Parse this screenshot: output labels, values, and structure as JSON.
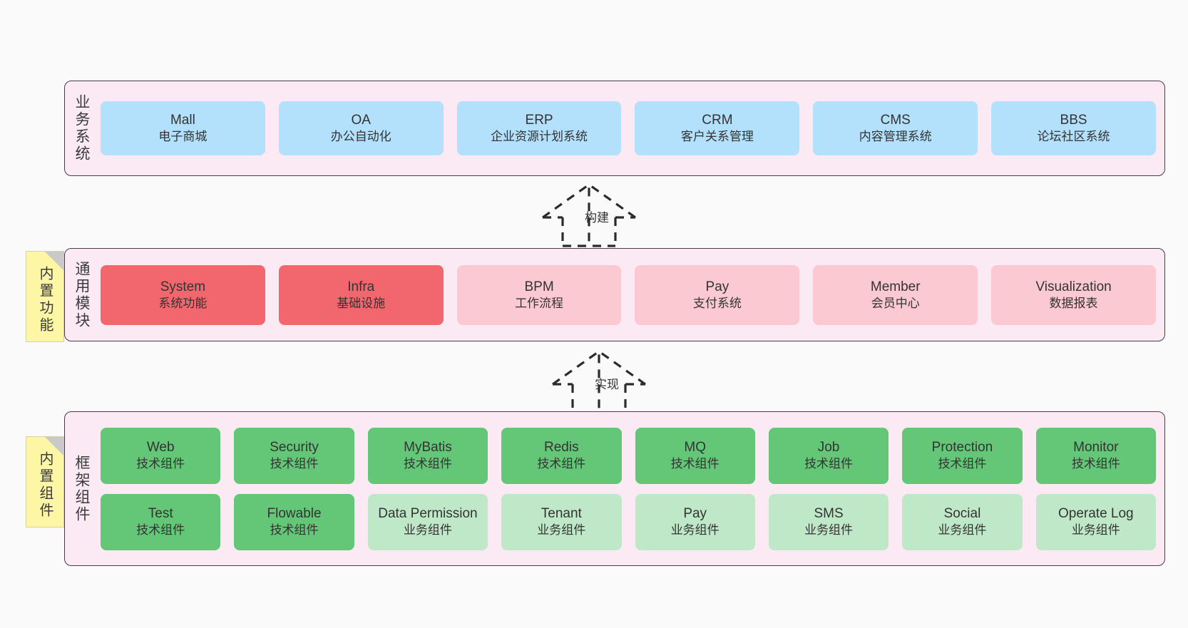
{
  "diagram": {
    "title": "ruoyi-vue-pro architecture layers",
    "colors": {
      "canvas_bg": "#fafafa",
      "layer_bg": "#fbeaf4",
      "layer_border": "#4a3b46",
      "blue": "#b3e0fb",
      "red": "#f2676d",
      "pink": "#fbc9d2",
      "green": "#63c777",
      "light_green": "#bfe8c8",
      "note_yellow": "#fcf6a5",
      "note_fold": "#c9c9c9"
    }
  },
  "layers": [
    {
      "id": "business",
      "title": "业务系统",
      "rows": [
        [
          {
            "name": "Mall",
            "sub": "电子商城",
            "color": "c-blue"
          },
          {
            "name": "OA",
            "sub": "办公自动化",
            "color": "c-blue"
          },
          {
            "name": "ERP",
            "sub": "企业资源计划系统",
            "color": "c-blue"
          },
          {
            "name": "CRM",
            "sub": "客户关系管理",
            "color": "c-blue"
          },
          {
            "name": "CMS",
            "sub": "内容管理系统",
            "color": "c-blue"
          },
          {
            "name": "BBS",
            "sub": "论坛社区系统",
            "color": "c-blue"
          }
        ]
      ]
    },
    {
      "id": "modules",
      "title": "通用模块",
      "rows": [
        [
          {
            "name": "System",
            "sub": "系统功能",
            "color": "c-red"
          },
          {
            "name": "Infra",
            "sub": "基础设施",
            "color": "c-red"
          },
          {
            "name": "BPM",
            "sub": "工作流程",
            "color": "c-pink"
          },
          {
            "name": "Pay",
            "sub": "支付系统",
            "color": "c-pink"
          },
          {
            "name": "Member",
            "sub": "会员中心",
            "color": "c-pink"
          },
          {
            "name": "Visualization",
            "sub": "数据报表",
            "color": "c-pink"
          }
        ]
      ]
    },
    {
      "id": "frame",
      "title": "框架组件",
      "rows": [
        [
          {
            "name": "Web",
            "sub": "技术组件",
            "color": "c-green"
          },
          {
            "name": "Security",
            "sub": "技术组件",
            "color": "c-green"
          },
          {
            "name": "MyBatis",
            "sub": "技术组件",
            "color": "c-green"
          },
          {
            "name": "Redis",
            "sub": "技术组件",
            "color": "c-green"
          },
          {
            "name": "MQ",
            "sub": "技术组件",
            "color": "c-green"
          },
          {
            "name": "Job",
            "sub": "技术组件",
            "color": "c-green"
          },
          {
            "name": "Protection",
            "sub": "技术组件",
            "color": "c-green"
          },
          {
            "name": "Monitor",
            "sub": "技术组件",
            "color": "c-green"
          }
        ],
        [
          {
            "name": "Test",
            "sub": "技术组件",
            "color": "c-green"
          },
          {
            "name": "Flowable",
            "sub": "技术组件",
            "color": "c-green"
          },
          {
            "name": "Data Permission",
            "sub": "业务组件",
            "color": "c-lightgreen"
          },
          {
            "name": "Tenant",
            "sub": "业务组件",
            "color": "c-lightgreen"
          },
          {
            "name": "Pay",
            "sub": "业务组件",
            "color": "c-lightgreen"
          },
          {
            "name": "SMS",
            "sub": "业务组件",
            "color": "c-lightgreen"
          },
          {
            "name": "Social",
            "sub": "业务组件",
            "color": "c-lightgreen"
          },
          {
            "name": "Operate Log",
            "sub": "业务组件",
            "color": "c-lightgreen"
          }
        ]
      ]
    }
  ],
  "notes": [
    {
      "id": "functions",
      "text": "内置功能"
    },
    {
      "id": "components",
      "text": "内置组件"
    }
  ],
  "arrows": [
    {
      "id": "build",
      "label": "构建"
    },
    {
      "id": "implement",
      "label": "实现"
    }
  ]
}
